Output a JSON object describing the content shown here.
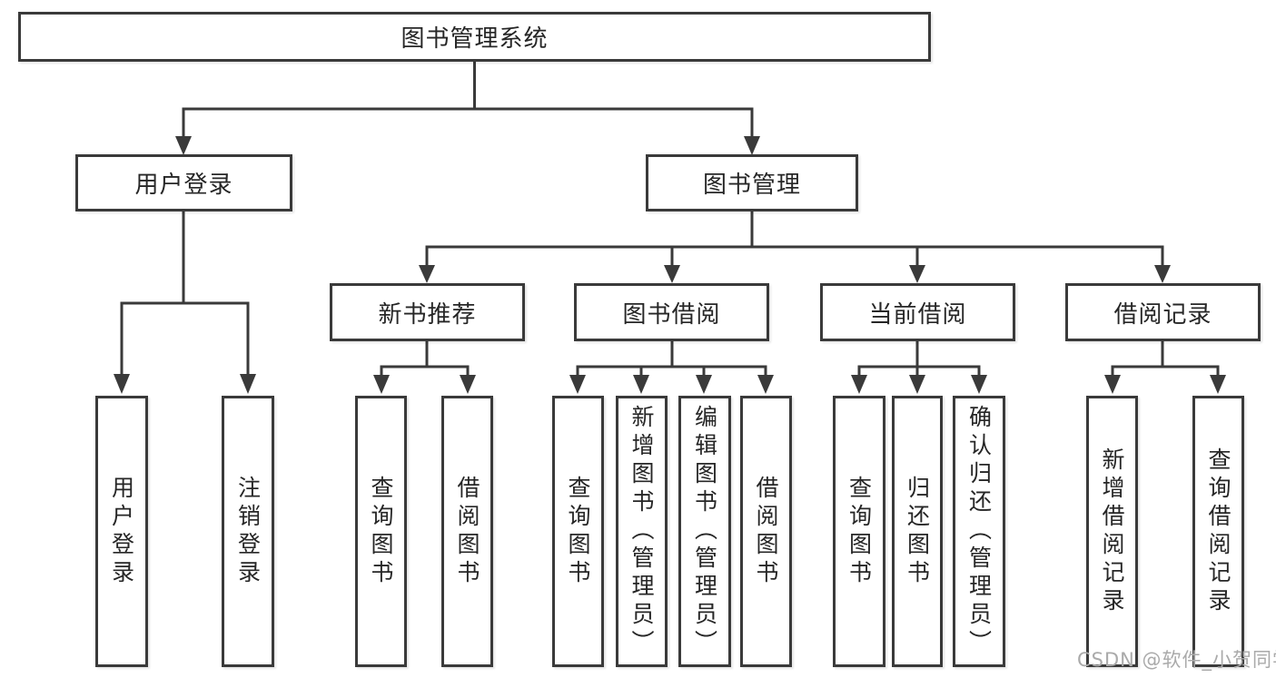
{
  "diagram": {
    "root": "图书管理系统",
    "level2": {
      "user_login": "用户登录",
      "book_management": "图书管理"
    },
    "level3": {
      "new_book_recommend": "新书推荐",
      "book_borrow": "图书借阅",
      "current_borrow": "当前借阅",
      "borrow_records": "借阅记录"
    },
    "level4": {
      "user_login": "用户登录",
      "logout": "注销登录",
      "recommend_query_books": "查询图书",
      "recommend_borrow_books": "借阅图书",
      "borrow_query_books": "查询图书",
      "borrow_add_books": "新增图书（管理员）",
      "borrow_edit_books": "编辑图书（管理员）",
      "borrow_borrow_books": "借阅图书",
      "current_query_books": "查询图书",
      "current_return_books": "归还图书",
      "current_confirm_return": "确认归还（管理员）",
      "records_add_record": "新增借阅记录",
      "records_query_record": "查询借阅记录"
    }
  },
  "watermark": "CSDN @软件_小贺同学",
  "colors": {
    "line": "#3a3a3a",
    "text": "#262626",
    "background": "#ffffff",
    "watermark": "#aaaaaa"
  }
}
